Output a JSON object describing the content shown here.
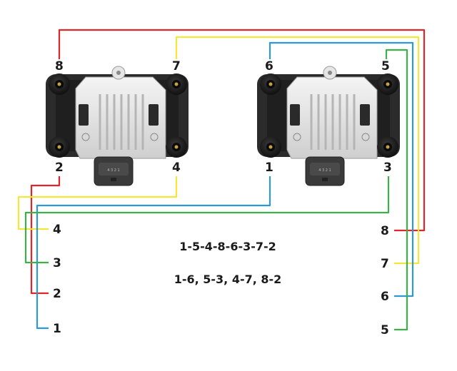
{
  "diagram": {
    "firing_order": "1-5-4-8-6-3-7-2",
    "pairs": "1-6, 5-3, 4-7, 8-2",
    "coil_left": {
      "pins": {
        "top_left": "8",
        "top_right": "7",
        "bottom_left": "2",
        "bottom_right": "4"
      },
      "connector_code": "4 3 2 1"
    },
    "coil_right": {
      "pins": {
        "top_left": "6",
        "top_right": "5",
        "bottom_left": "1",
        "bottom_right": "3"
      },
      "connector_code": "4 3 2 1"
    },
    "left_terminals": [
      "4",
      "3",
      "2",
      "1"
    ],
    "right_terminals": [
      "8",
      "7",
      "6",
      "5"
    ],
    "wire_colors": {
      "red": "#e0262b",
      "yellow": "#f5e63a",
      "blue": "#2f97d6",
      "green": "#3db04b"
    }
  }
}
